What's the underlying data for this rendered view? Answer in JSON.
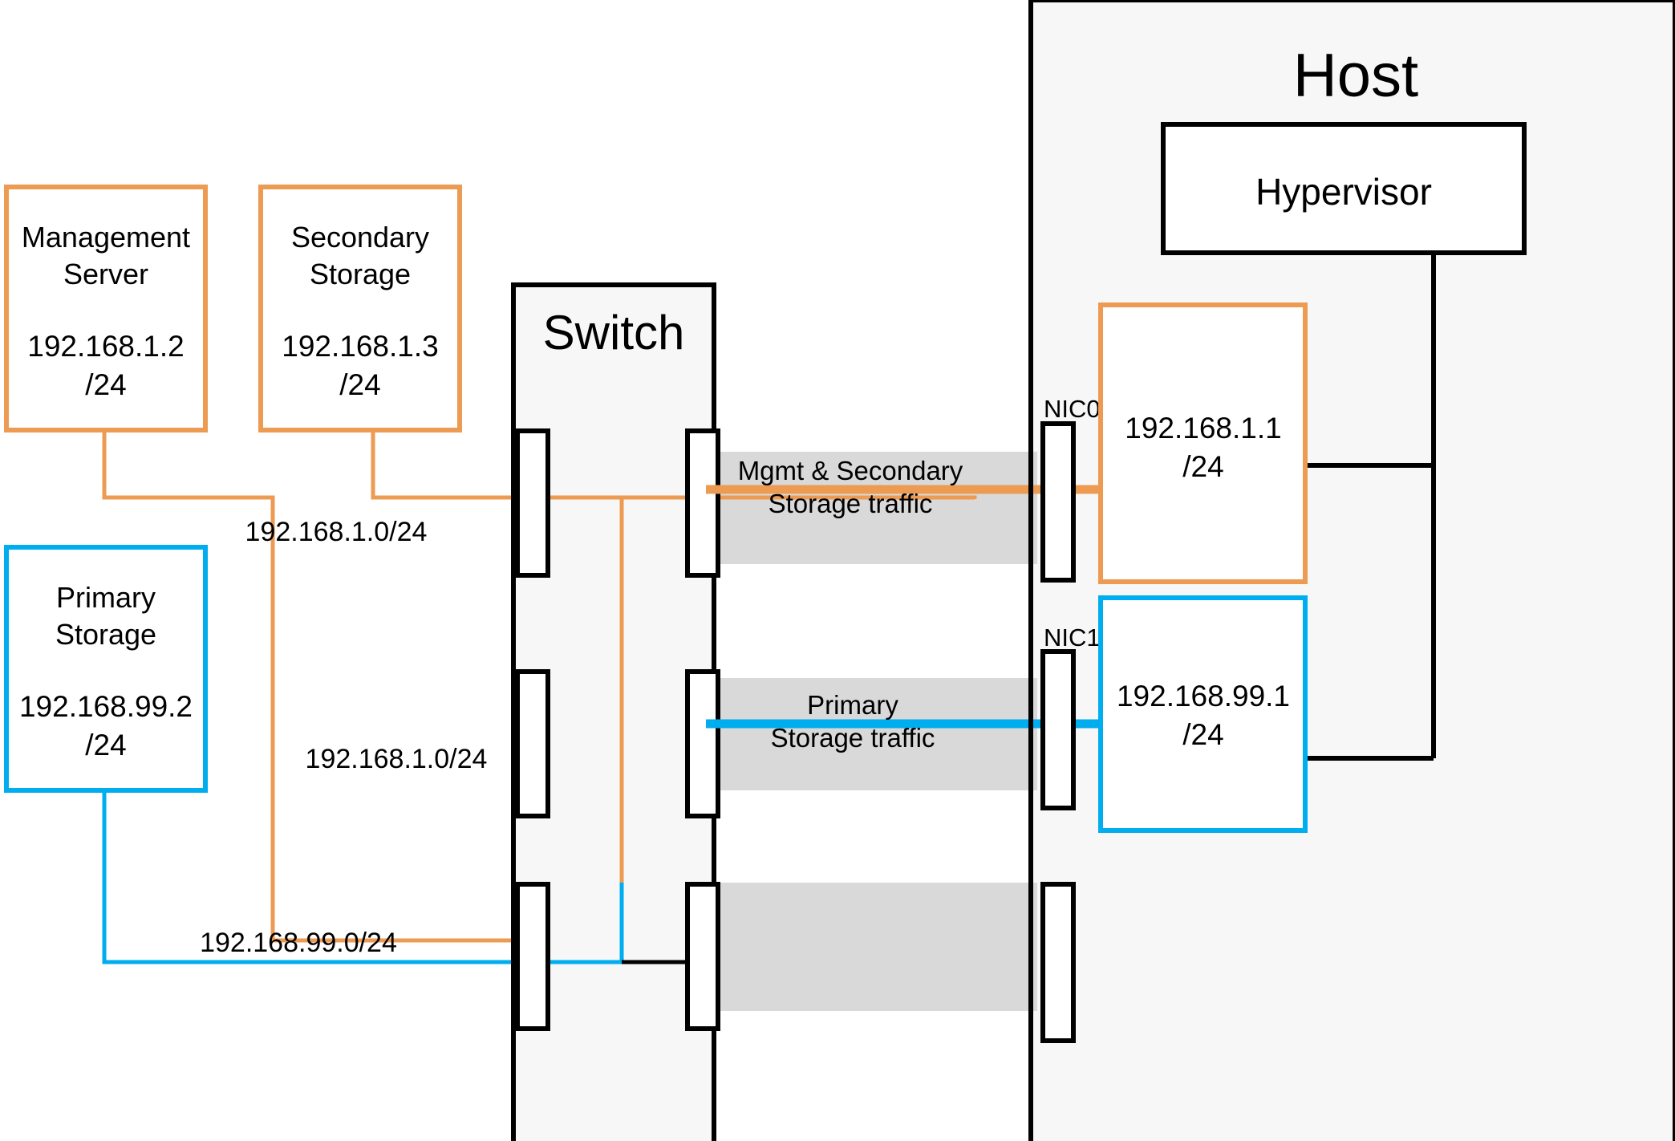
{
  "diagram": {
    "title": "CloudStack basic network topology with management, secondary and primary storage traffic",
    "colors": {
      "orange": "#ED9B52",
      "blue": "#00ADEE",
      "black": "#000000",
      "band_gray": "#D9D9D9",
      "panel_gray": "#F7F7F7",
      "white": "#FFFFFF"
    }
  },
  "nodes": {
    "management_server": {
      "name_line1": "Management",
      "name_line2": "Server",
      "ip_line1": "192.168.1.2",
      "ip_line2": "/24",
      "color": "#ED9B52"
    },
    "secondary_storage": {
      "name_line1": "Secondary",
      "name_line2": "Storage",
      "ip_line1": "192.168.1.3",
      "ip_line2": "/24",
      "color": "#ED9B52"
    },
    "primary_storage": {
      "name_line1": "Primary",
      "name_line2": "Storage",
      "ip_line1": "192.168.99.2",
      "ip_line2": "/24",
      "color": "#00ADEE"
    },
    "switch": {
      "label": "Switch"
    },
    "host": {
      "label": "Host",
      "hypervisor_label": "Hypervisor"
    },
    "nic0": {
      "label": "NIC0",
      "ip_line1": "192.168.1.1",
      "ip_line2": "/24",
      "color": "#ED9B52"
    },
    "nic1": {
      "label": "NIC1",
      "ip_line1": "192.168.99.1",
      "ip_line2": "/24",
      "color": "#00ADEE"
    }
  },
  "subnet_labels": [
    {
      "id": "subnet-mgmt-upper",
      "text": "192.168.1.0/24"
    },
    {
      "id": "subnet-mgmt-lower",
      "text": "192.168.1.0/24"
    },
    {
      "id": "subnet-primary",
      "text": "192.168.99.0/24"
    }
  ],
  "traffic_bands": [
    {
      "id": "band-mgmt-secondary",
      "line1": "Mgmt & Secondary",
      "line2": "Storage traffic",
      "color": "#ED9B52"
    },
    {
      "id": "band-primary",
      "line1": "Primary",
      "line2": "Storage traffic",
      "color": "#00ADEE"
    },
    {
      "id": "band-unlabeled",
      "line1": "",
      "line2": "",
      "color": "#000000"
    }
  ]
}
